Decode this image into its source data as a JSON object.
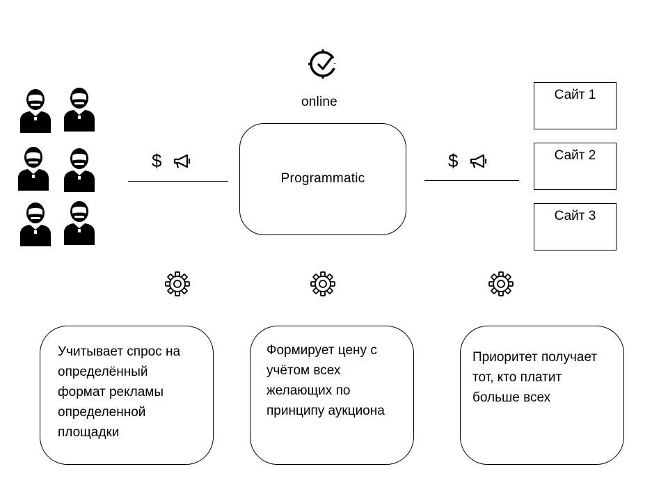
{
  "header": {
    "online_label": "online",
    "clock_icon": "clock-check-icon"
  },
  "center": {
    "label": "Programmatic"
  },
  "people": {
    "icon": "person-beard-icon",
    "count": 6
  },
  "money_left": {
    "symbol": "$",
    "icon": "megaphone-icon"
  },
  "money_right": {
    "symbol": "$",
    "icon": "megaphone-icon"
  },
  "sites": [
    {
      "label": "Сайт 1"
    },
    {
      "label": "Сайт 2"
    },
    {
      "label": "Сайт 3"
    }
  ],
  "gears": {
    "icon": "gear-icon"
  },
  "features": [
    {
      "lines": [
        "Учитывает спрос на",
        "определённый",
        "формат рекламы",
        "определенной",
        "площадки"
      ]
    },
    {
      "lines": [
        "Формирует цену с",
        "учётом всех",
        "желающих по",
        "принципу аукциона"
      ]
    },
    {
      "lines": [
        "Приоритет получает",
        "тот, кто платит",
        "больше всех"
      ]
    }
  ]
}
